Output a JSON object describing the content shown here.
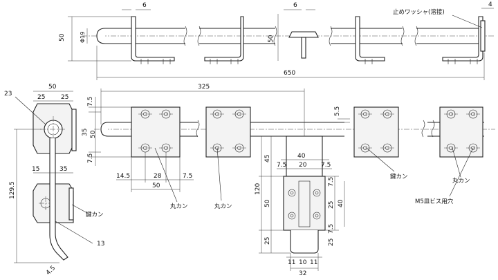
{
  "top_view": {
    "dim_plate_width": "6",
    "dim_plate_width_2": "6",
    "dim_washer": "4",
    "dim_height": "50",
    "dim_height_2": "50",
    "dim_dia": "Φ19",
    "dim_total_length": "650",
    "label_washer": "止めワッシャ(溶接)"
  },
  "front_view": {
    "dim_length": "325",
    "dim_7_5_top": "7.5",
    "dim_35": "35",
    "dim_50": "50",
    "dim_7_5_bottom": "7.5",
    "dim_14_5": "14.5",
    "dim_28": "28",
    "dim_7_5_h": "7.5",
    "dim_50_h": "50",
    "dim_5_5": "5.5",
    "label_maru_kan_1": "丸カン",
    "label_maru_kan_2": "丸カン",
    "label_maru_kan_3": "丸カン",
    "label_kagi_kan": "鍵カン",
    "label_hole": "M5皿ビス用穴"
  },
  "side_view": {
    "dim_23": "23",
    "dim_50": "50",
    "dim_25_a": "25",
    "dim_25_b": "25",
    "dim_129_5": "129.5",
    "dim_15": "15",
    "dim_35": "35",
    "dim_13": "13",
    "dim_4_5": "4.5",
    "label_kagi_kan": "鍵カン"
  },
  "keeper_view": {
    "dim_40_top": "40",
    "dim_20": "20",
    "dim_7_5_a": "7.5",
    "dim_7_5_b": "7.5",
    "dim_45": "45",
    "dim_120": "120",
    "dim_50": "50",
    "dim_25_a": "25",
    "dim_7_5_c": "7.5",
    "dim_25_b": "25",
    "dim_7_5_d": "7.5",
    "dim_25_c": "25",
    "dim_40_r": "40",
    "dim_11_a": "11",
    "dim_10": "10",
    "dim_11_b": "11",
    "dim_32": "32"
  }
}
